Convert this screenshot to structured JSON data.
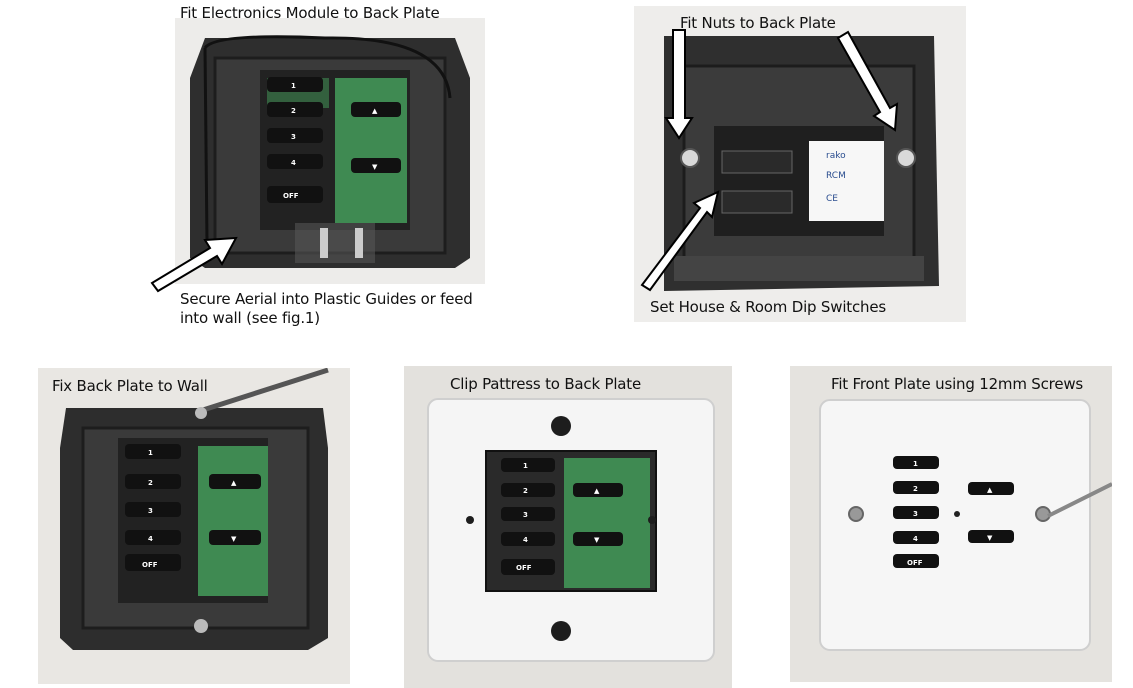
{
  "panels": [
    {
      "caption": "Fit Electronics Module to Back Plate",
      "note": "Secure Aerial into Plastic Guides or feed into wall (see fig.1)"
    },
    {
      "caption": "Fit Nuts to Back Plate",
      "note": "Set House & Room Dip Switches"
    },
    {
      "caption": "Fix Back Plate to Wall"
    },
    {
      "caption": "Clip Pattress to Back Plate"
    },
    {
      "caption": "Fit Front Plate using 12mm Screws"
    }
  ],
  "keypad": {
    "keys": [
      "1",
      "2",
      "3",
      "4",
      "OFF"
    ],
    "up": "▲",
    "down": "▼"
  },
  "label": {
    "brand": "rako",
    "model": "RCM",
    "mark": "CE"
  },
  "colors": {
    "plate_dark": "#2b2b2b",
    "pcb_green": "#3f8a52",
    "white_plate": "#f5f5f5",
    "background": "#ebe9e6"
  }
}
